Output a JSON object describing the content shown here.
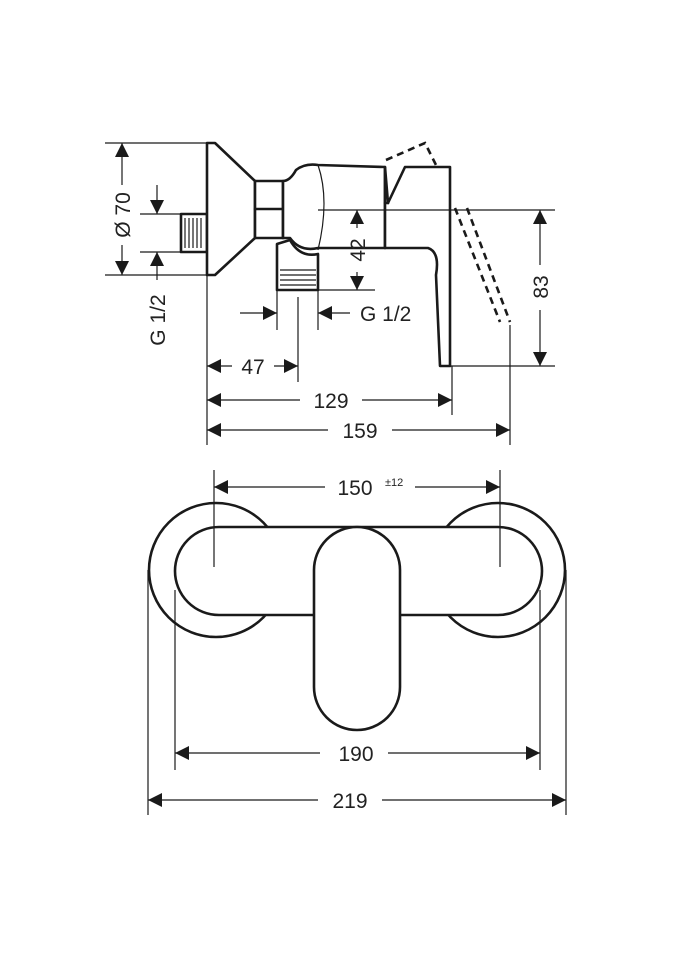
{
  "title": "Single lever shower mixer – dimensional drawing",
  "side_view": {
    "diameter_label": "Ø 70",
    "inlet_thread_label": "G 1/2",
    "outlet_thread_label": "G 1/2",
    "outlet_height_label": "42",
    "lever_height_label": "83",
    "outlet_offset_label": "47",
    "lever_depth_label": "129",
    "lever_open_depth_label": "159"
  },
  "top_view": {
    "centers_label": "150",
    "centers_tolerance": "±12",
    "body_width_label": "190",
    "overall_width_label": "219"
  }
}
